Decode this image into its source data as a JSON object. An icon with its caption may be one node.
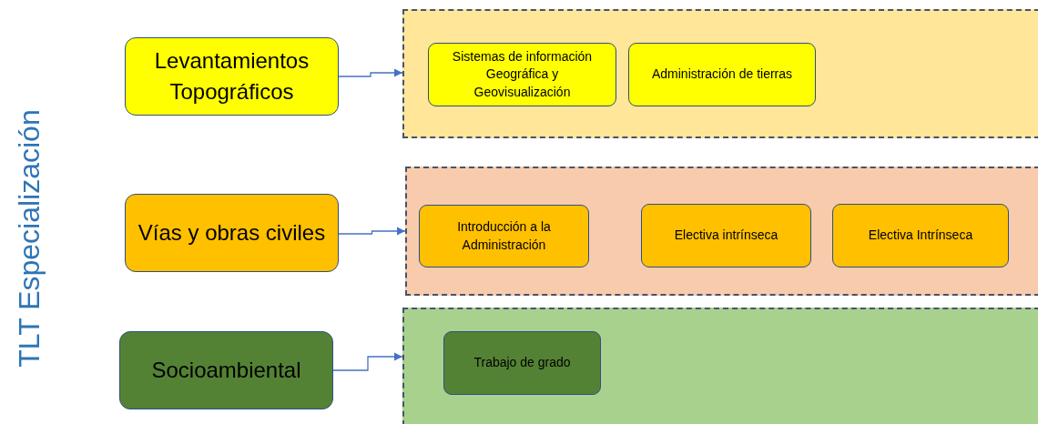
{
  "diagram": {
    "title": "TLT Especialización",
    "nodes": [
      {
        "text": [
          "Levantamientos Topográficos"
        ]
      },
      {
        "text": [],
        "shape": "box"
      },
      {
        "text": [
          "Sistemas de información Geográfica y Geovisualización"
        ],
        "in": 1
      },
      {
        "text": [
          "Administración de tierras"
        ],
        "in": 1
      },
      {
        "text": [
          "Vías y obras civiles"
        ]
      },
      {
        "text": [],
        "shape": "box"
      },
      {
        "text": [
          "Introducción a la Administración"
        ],
        "in": 5
      },
      {
        "text": [
          "Electiva intrínseca"
        ],
        "in": 5
      },
      {
        "text": [
          "Electiva Intrínseca"
        ],
        "in": 5
      },
      {
        "text": [
          "Socioambiental"
        ]
      },
      {
        "text": [],
        "shape": "box"
      },
      {
        "text": [
          "Trabajo de grado"
        ],
        "in": 10
      }
    ],
    "edges": [
      {
        "from": 0,
        "to": 1,
        "arrow": "to"
      },
      {
        "from": 4,
        "to": 5,
        "arrow": "to"
      },
      {
        "from": 9,
        "to": 10,
        "arrow": "to"
      }
    ]
  }
}
